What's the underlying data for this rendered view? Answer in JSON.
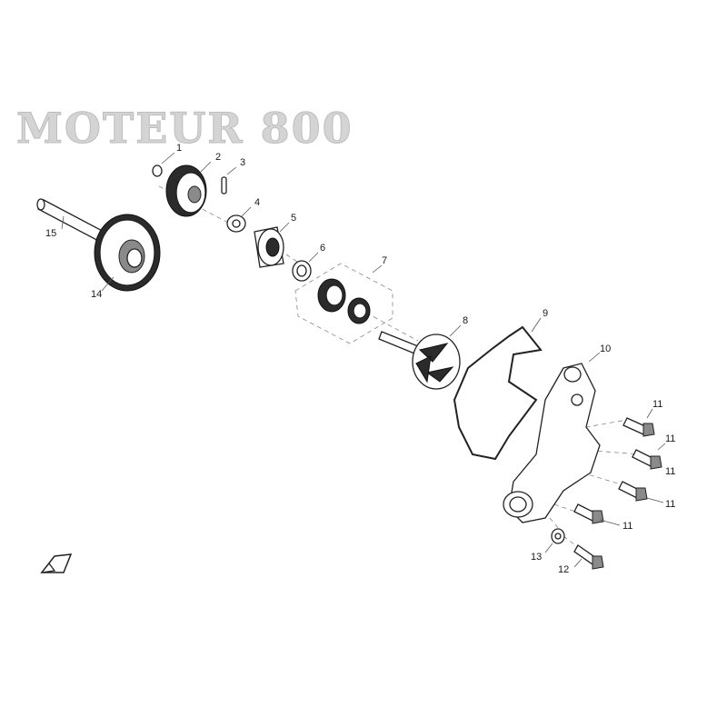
{
  "title": "MOTEUR 800",
  "callouts": [
    "1",
    "2",
    "3",
    "4",
    "5",
    "6",
    "7",
    "8",
    "9",
    "10",
    "11",
    "11",
    "11",
    "11",
    "11",
    "12",
    "13",
    "14",
    "15"
  ],
  "direction_indicator_icon": "arrow-fr-icon"
}
